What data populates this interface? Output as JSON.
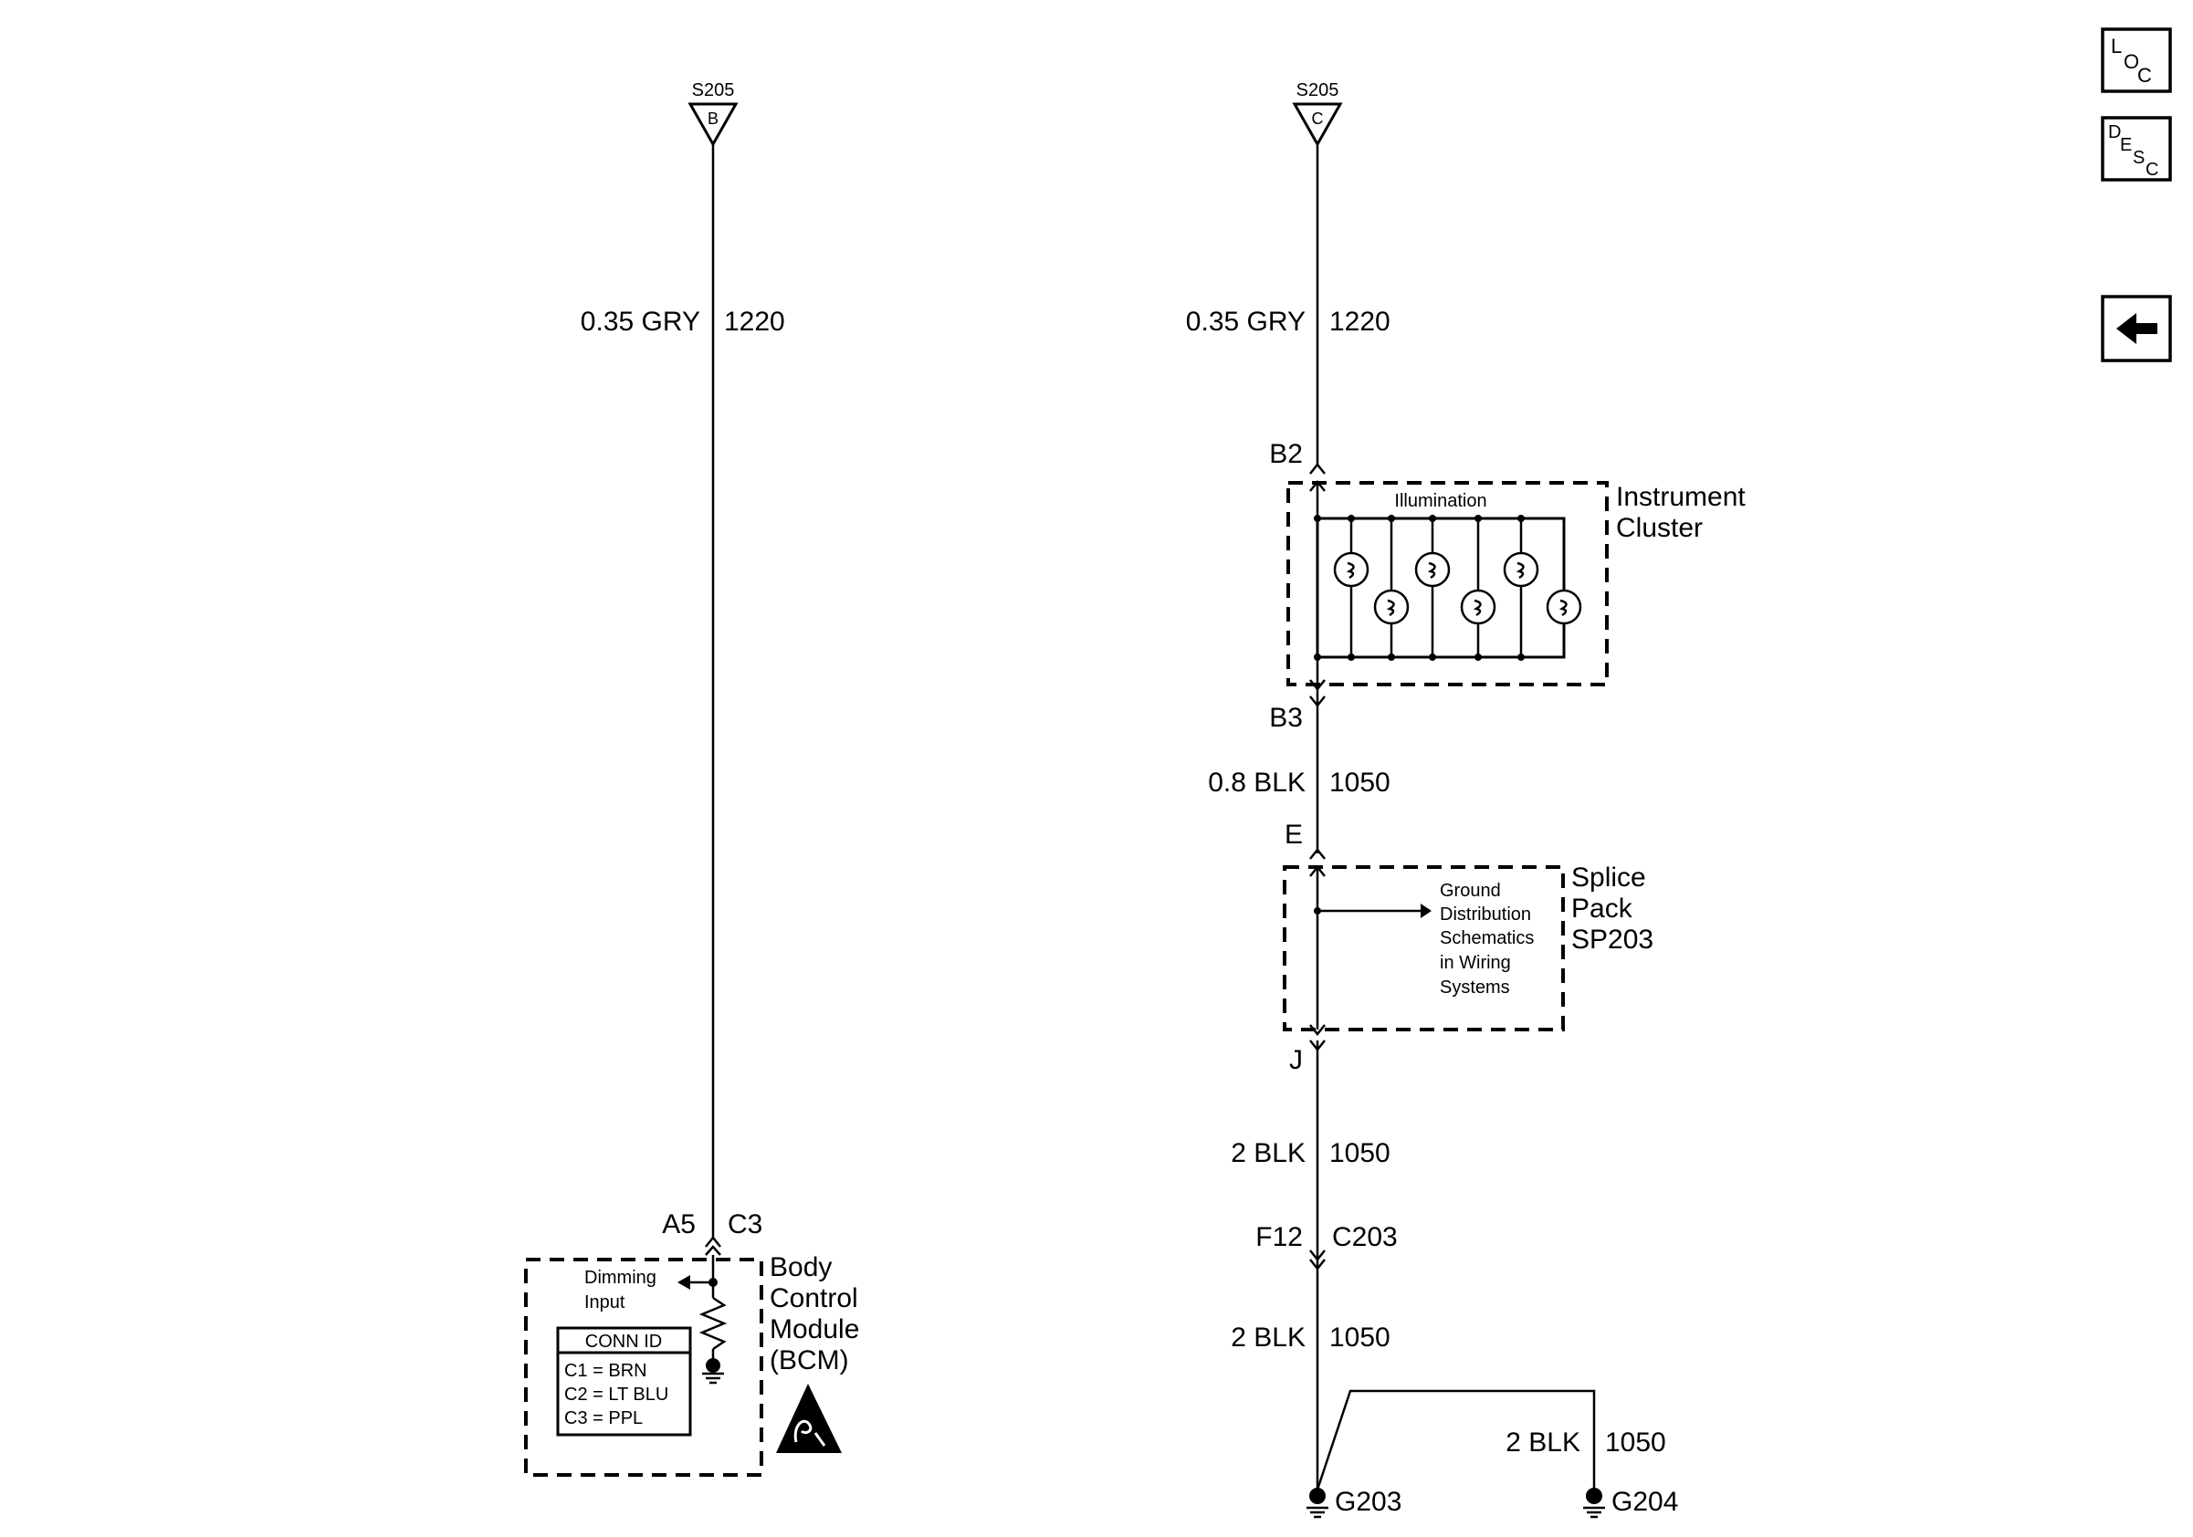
{
  "nav": {
    "loc": {
      "a": "L",
      "b": "O",
      "c": "C"
    },
    "desc": {
      "a": "D",
      "b": "E",
      "c": "S",
      "d": "C"
    },
    "back_icon": "left-arrow-icon"
  },
  "left": {
    "splice_label": "S205",
    "splice_pin": "B",
    "wire_spec": "0.35 GRY",
    "circuit": "1220",
    "pin_a": "A5",
    "pin_b": "C3",
    "bcm_name": [
      "Body",
      "Control",
      "Module",
      "(BCM)"
    ],
    "dimming": [
      "Dimming",
      "Input"
    ],
    "conn_header": "CONN ID",
    "conn_rows": [
      "C1 = BRN",
      "C2 = LT BLU",
      "C3 = PPL"
    ],
    "esd_icon": "esd-warning-icon"
  },
  "right": {
    "splice_label": "S205",
    "splice_pin": "C",
    "wire_spec": "0.35 GRY",
    "circuit": "1220",
    "pin_b2": "B2",
    "illumination": "Illumination",
    "cluster_name": [
      "Instrument",
      "Cluster"
    ],
    "pin_b3": "B3",
    "wire2_spec": "0.8 BLK",
    "wire2_circuit": "1050",
    "pin_e": "E",
    "splice_pack": [
      "Splice",
      "Pack",
      "SP203"
    ],
    "ground_note": [
      "Ground",
      "Distribution",
      "Schematics",
      "in Wiring",
      "Systems"
    ],
    "pin_j": "J",
    "wire3_spec": "2 BLK",
    "wire3_circuit": "1050",
    "pin_f12": "F12",
    "conn_c203": "C203",
    "wire4_spec": "2 BLK",
    "wire4_circuit": "1050",
    "wire5_spec": "2 BLK",
    "wire5_circuit": "1050",
    "ground1": "G203",
    "ground2": "G204"
  }
}
